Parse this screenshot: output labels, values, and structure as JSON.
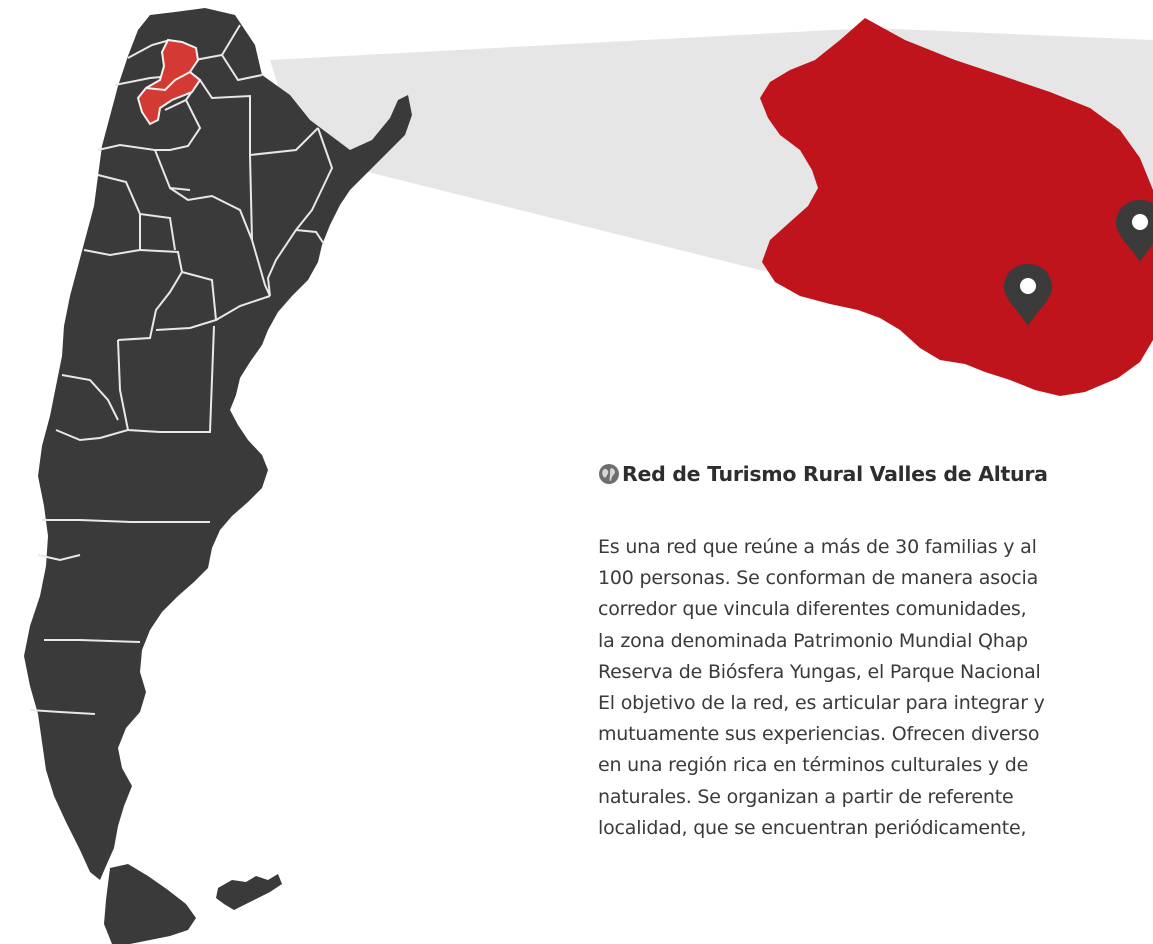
{
  "colors": {
    "map_fill": "#3a3a3a",
    "highlight": "#c0141c",
    "highlight_small": "#d23a33",
    "callout": "#e6e6e6",
    "pin": "#3b3b3b"
  },
  "icons": {
    "title_icon": "globe-icon",
    "pin_icon": "map-pin-icon"
  },
  "info": {
    "title": "Red de Turismo Rural Valles de Altura",
    "lines": [
      " Es una red que reúne a más de 30 familias y al",
      "100 personas. Se conforman de manera asocia",
      "corredor que vincula diferentes comunidades,",
      "la zona denominada Patrimonio Mundial Qhap",
      "Reserva de Biósfera Yungas, el Parque Nacional",
      "El objetivo de la red, es articular para integrar y",
      "mutuamente sus experiencias. Ofrecen diverso",
      "en una región rica en términos culturales y de",
      "naturales. Se organizan a partir de referente",
      "localidad, que se encuentran periódicamente,"
    ]
  }
}
